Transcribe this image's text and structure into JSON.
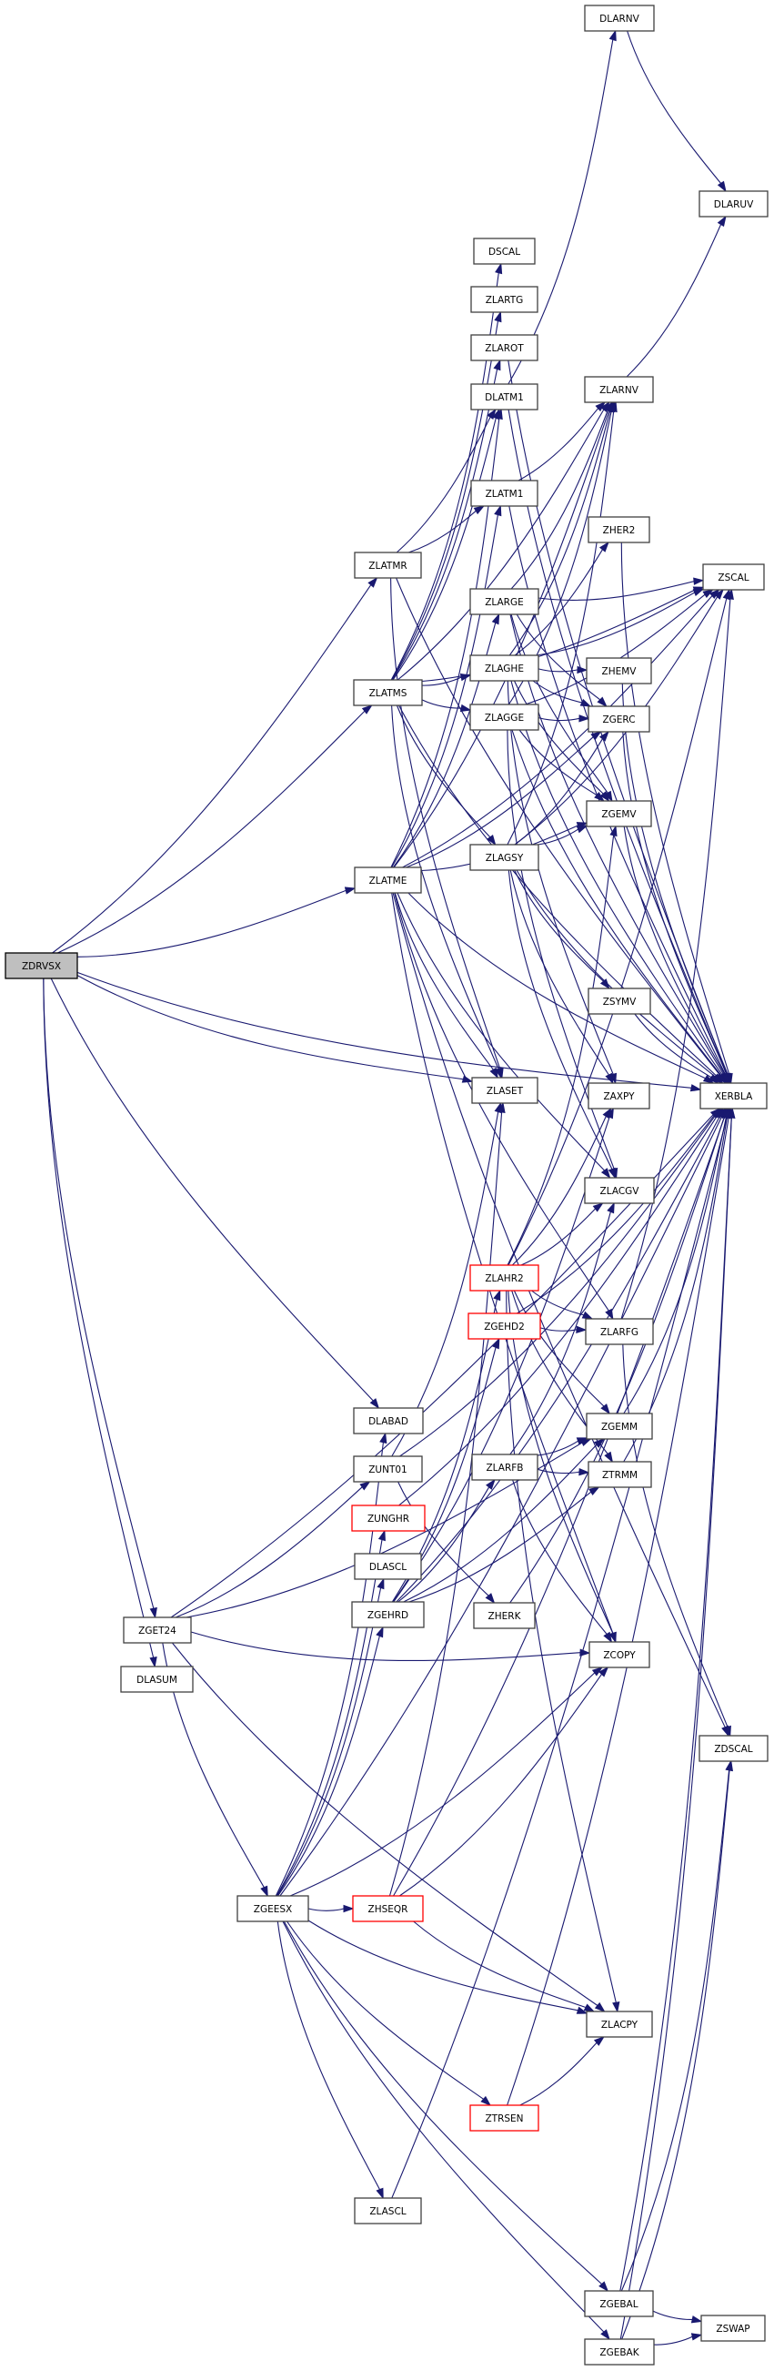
{
  "title": "ZDRVSX call graph",
  "colors": {
    "edge": "#191970",
    "root_fill": "#bfbfbf",
    "truncated_border": "#ff0000",
    "node_border": "#404040"
  },
  "nodes": [
    {
      "id": "ZDRVSX",
      "label": "ZDRVSX",
      "kind": "root"
    },
    {
      "id": "DLARNV",
      "label": "DLARNV"
    },
    {
      "id": "DLARUV",
      "label": "DLARUV"
    },
    {
      "id": "DSCAL",
      "label": "DSCAL"
    },
    {
      "id": "ZLARTG",
      "label": "ZLARTG"
    },
    {
      "id": "ZLAROT",
      "label": "ZLAROT"
    },
    {
      "id": "DLATM1",
      "label": "DLATM1"
    },
    {
      "id": "ZLARNV",
      "label": "ZLARNV"
    },
    {
      "id": "ZLATM1",
      "label": "ZLATM1"
    },
    {
      "id": "ZHER2",
      "label": "ZHER2"
    },
    {
      "id": "ZLATMR",
      "label": "ZLATMR"
    },
    {
      "id": "ZSCAL",
      "label": "ZSCAL"
    },
    {
      "id": "ZLARGE",
      "label": "ZLARGE"
    },
    {
      "id": "ZLAGHE",
      "label": "ZLAGHE"
    },
    {
      "id": "ZHEMV",
      "label": "ZHEMV"
    },
    {
      "id": "ZLATMS",
      "label": "ZLATMS"
    },
    {
      "id": "ZLAGGE",
      "label": "ZLAGGE"
    },
    {
      "id": "ZGERC",
      "label": "ZGERC"
    },
    {
      "id": "ZGEMV",
      "label": "ZGEMV"
    },
    {
      "id": "ZLAGSY",
      "label": "ZLAGSY"
    },
    {
      "id": "ZLATME",
      "label": "ZLATME"
    },
    {
      "id": "ZSYMV",
      "label": "ZSYMV"
    },
    {
      "id": "ZLASET",
      "label": "ZLASET"
    },
    {
      "id": "ZAXPY",
      "label": "ZAXPY"
    },
    {
      "id": "XERBLA",
      "label": "XERBLA"
    },
    {
      "id": "ZLACGV",
      "label": "ZLACGV"
    },
    {
      "id": "ZLAHR2",
      "label": "ZLAHR2",
      "kind": "truncated"
    },
    {
      "id": "ZGEHD2",
      "label": "ZGEHD2",
      "kind": "truncated"
    },
    {
      "id": "ZLARFG",
      "label": "ZLARFG"
    },
    {
      "id": "DLABAD",
      "label": "DLABAD"
    },
    {
      "id": "ZGEMM",
      "label": "ZGEMM"
    },
    {
      "id": "ZUNT01",
      "label": "ZUNT01"
    },
    {
      "id": "ZLARFB",
      "label": "ZLARFB"
    },
    {
      "id": "ZTRMM",
      "label": "ZTRMM"
    },
    {
      "id": "ZUNGHR",
      "label": "ZUNGHR",
      "kind": "truncated"
    },
    {
      "id": "DLASCL",
      "label": "DLASCL"
    },
    {
      "id": "ZHERK",
      "label": "ZHERK"
    },
    {
      "id": "ZGEHRD",
      "label": "ZGEHRD"
    },
    {
      "id": "ZGET24",
      "label": "ZGET24"
    },
    {
      "id": "ZCOPY",
      "label": "ZCOPY"
    },
    {
      "id": "DLASUM",
      "label": "DLASUM"
    },
    {
      "id": "ZDSCAL",
      "label": "ZDSCAL"
    },
    {
      "id": "ZGEESX",
      "label": "ZGEESX"
    },
    {
      "id": "ZHSEQR",
      "label": "ZHSEQR",
      "kind": "truncated"
    },
    {
      "id": "ZLACPY",
      "label": "ZLACPY"
    },
    {
      "id": "ZTRSEN",
      "label": "ZTRSEN",
      "kind": "truncated"
    },
    {
      "id": "ZLASCL",
      "label": "ZLASCL"
    },
    {
      "id": "ZGEBAL",
      "label": "ZGEBAL"
    },
    {
      "id": "ZSWAP",
      "label": "ZSWAP"
    },
    {
      "id": "ZGEBAK",
      "label": "ZGEBAK"
    }
  ],
  "edges": [
    [
      "ZDRVSX",
      "XERBLA"
    ],
    [
      "ZDRVSX",
      "ZLATMR"
    ],
    [
      "ZDRVSX",
      "ZLATMS"
    ],
    [
      "ZDRVSX",
      "ZLATME"
    ],
    [
      "ZDRVSX",
      "ZLASET"
    ],
    [
      "ZDRVSX",
      "DLABAD"
    ],
    [
      "ZDRVSX",
      "ZGET24"
    ],
    [
      "ZDRVSX",
      "DLASUM"
    ],
    [
      "DLARNV",
      "DLARUV"
    ],
    [
      "ZLATMR",
      "ZLATM1"
    ],
    [
      "ZLATMR",
      "XERBLA"
    ],
    [
      "ZLATMR",
      "ZLASET"
    ],
    [
      "ZLATMR",
      "DLATM1"
    ],
    [
      "ZLATMS",
      "DLATM1"
    ],
    [
      "ZLATMS",
      "ZLARNV"
    ],
    [
      "ZLATMS",
      "ZLAROT"
    ],
    [
      "ZLATMS",
      "ZLARTG"
    ],
    [
      "ZLATMS",
      "DSCAL"
    ],
    [
      "ZLATMS",
      "ZLAGHE"
    ],
    [
      "ZLATMS",
      "ZLAGGE"
    ],
    [
      "ZLATMS",
      "ZLAGSY"
    ],
    [
      "ZLATMS",
      "ZLASET"
    ],
    [
      "ZLATMS",
      "XERBLA"
    ],
    [
      "ZLATMS",
      "ZSCAL"
    ],
    [
      "ZLATME",
      "DLATM1"
    ],
    [
      "ZLATME",
      "ZLATM1"
    ],
    [
      "ZLATME",
      "ZLARNV"
    ],
    [
      "ZLATME",
      "ZLARGE"
    ],
    [
      "ZLATME",
      "ZLASET"
    ],
    [
      "ZLATME",
      "ZGEMV"
    ],
    [
      "ZLATME",
      "ZGERC"
    ],
    [
      "ZLATME",
      "ZLARFG"
    ],
    [
      "ZLATME",
      "ZCOPY"
    ],
    [
      "ZLATME",
      "ZDSCAL"
    ],
    [
      "ZLATME",
      "ZSCAL"
    ],
    [
      "ZLATME",
      "XERBLA"
    ],
    [
      "ZLATME",
      "ZLACGV"
    ],
    [
      "ZLAROT",
      "XERBLA"
    ],
    [
      "DLATM1",
      "DLARNV"
    ],
    [
      "DLATM1",
      "XERBLA"
    ],
    [
      "ZLATM1",
      "ZLARNV"
    ],
    [
      "ZLATM1",
      "XERBLA"
    ],
    [
      "ZLARNV",
      "DLARUV"
    ],
    [
      "ZLARGE",
      "ZLARNV"
    ],
    [
      "ZLARGE",
      "ZGEMV"
    ],
    [
      "ZLARGE",
      "ZGERC"
    ],
    [
      "ZLARGE",
      "ZSCAL"
    ],
    [
      "ZLARGE",
      "XERBLA"
    ],
    [
      "ZLAGHE",
      "ZLARNV"
    ],
    [
      "ZLAGHE",
      "ZHEMV"
    ],
    [
      "ZLAGHE",
      "ZHER2"
    ],
    [
      "ZLAGHE",
      "ZGERC"
    ],
    [
      "ZLAGHE",
      "ZGEMV"
    ],
    [
      "ZLAGHE",
      "ZAXPY"
    ],
    [
      "ZLAGHE",
      "ZSCAL"
    ],
    [
      "ZLAGHE",
      "XERBLA"
    ],
    [
      "ZLAGGE",
      "ZLARNV"
    ],
    [
      "ZLAGGE",
      "ZGERC"
    ],
    [
      "ZLAGGE",
      "ZGEMV"
    ],
    [
      "ZLAGGE",
      "ZSCAL"
    ],
    [
      "ZLAGGE",
      "XERBLA"
    ],
    [
      "ZLAGGE",
      "ZLACGV"
    ],
    [
      "ZLAGSY",
      "ZLARNV"
    ],
    [
      "ZLAGSY",
      "ZSYMV"
    ],
    [
      "ZLAGSY",
      "ZGERC"
    ],
    [
      "ZLAGSY",
      "ZGEMV"
    ],
    [
      "ZLAGSY",
      "ZAXPY"
    ],
    [
      "ZLAGSY",
      "ZSCAL"
    ],
    [
      "ZLAGSY",
      "ZLACGV"
    ],
    [
      "ZLAGSY",
      "XERBLA"
    ],
    [
      "ZHER2",
      "XERBLA"
    ],
    [
      "ZHEMV",
      "XERBLA"
    ],
    [
      "ZGERC",
      "XERBLA"
    ],
    [
      "ZGEMV",
      "XERBLA"
    ],
    [
      "ZSYMV",
      "XERBLA"
    ],
    [
      "ZLAHR2",
      "ZGEMV"
    ],
    [
      "ZLAHR2",
      "ZLARFG"
    ],
    [
      "ZLAHR2",
      "ZGEMM"
    ],
    [
      "ZLAHR2",
      "ZTRMM"
    ],
    [
      "ZLAHR2",
      "ZCOPY"
    ],
    [
      "ZLAHR2",
      "ZLACPY"
    ],
    [
      "ZLAHR2",
      "ZAXPY"
    ],
    [
      "ZLAHR2",
      "ZLACGV"
    ],
    [
      "ZLAHR2",
      "ZSCAL"
    ],
    [
      "ZGEHD2",
      "ZLARFG"
    ],
    [
      "ZGEHD2",
      "XERBLA"
    ],
    [
      "ZLARFG",
      "ZDSCAL"
    ],
    [
      "ZLARFG",
      "ZSCAL"
    ],
    [
      "ZGEMM",
      "XERBLA"
    ],
    [
      "ZTRMM",
      "XERBLA"
    ],
    [
      "ZHERK",
      "XERBLA"
    ],
    [
      "ZLARFB",
      "ZGEMM"
    ],
    [
      "ZLARFB",
      "ZTRMM"
    ],
    [
      "ZLARFB",
      "ZCOPY"
    ],
    [
      "ZLARFB",
      "ZLACGV"
    ],
    [
      "ZUNT01",
      "ZLASET"
    ],
    [
      "ZUNT01",
      "ZHERK"
    ],
    [
      "ZUNT01",
      "XERBLA"
    ],
    [
      "ZUNGHR",
      "XERBLA"
    ],
    [
      "ZGEHRD",
      "ZLAHR2"
    ],
    [
      "ZGEHRD",
      "ZGEHD2"
    ],
    [
      "ZGEHRD",
      "ZLARFB"
    ],
    [
      "ZGEHRD",
      "ZGEMM"
    ],
    [
      "ZGEHRD",
      "ZTRMM"
    ],
    [
      "ZGEHRD",
      "ZAXPY"
    ],
    [
      "ZGEHRD",
      "XERBLA"
    ],
    [
      "ZGET24",
      "ZGEESX"
    ],
    [
      "ZGET24",
      "ZUNT01"
    ],
    [
      "ZGET24",
      "ZGEMM"
    ],
    [
      "ZGET24",
      "ZCOPY"
    ],
    [
      "ZGET24",
      "ZLACPY"
    ],
    [
      "ZGET24",
      "XERBLA"
    ],
    [
      "ZGEESX",
      "ZHSEQR"
    ],
    [
      "ZGEESX",
      "ZGEHRD"
    ],
    [
      "ZGEESX",
      "DLASCL"
    ],
    [
      "ZGEESX",
      "ZUNGHR"
    ],
    [
      "ZGEESX",
      "DLABAD"
    ],
    [
      "ZGEESX",
      "ZCOPY"
    ],
    [
      "ZGEESX",
      "ZLACPY"
    ],
    [
      "ZGEESX",
      "ZTRSEN"
    ],
    [
      "ZGEESX",
      "ZLASCL"
    ],
    [
      "ZGEESX",
      "ZGEBAL"
    ],
    [
      "ZGEESX",
      "ZGEBAK"
    ],
    [
      "ZGEESX",
      "XERBLA"
    ],
    [
      "ZHSEQR",
      "ZCOPY"
    ],
    [
      "ZHSEQR",
      "ZLACPY"
    ],
    [
      "ZHSEQR",
      "ZLASET"
    ],
    [
      "ZHSEQR",
      "XERBLA"
    ],
    [
      "ZTRSEN",
      "ZLACPY"
    ],
    [
      "ZTRSEN",
      "XERBLA"
    ],
    [
      "ZLASCL",
      "XERBLA"
    ],
    [
      "ZGEBAL",
      "ZSWAP"
    ],
    [
      "ZGEBAL",
      "ZDSCAL"
    ],
    [
      "ZGEBAL",
      "XERBLA"
    ],
    [
      "ZGEBAK",
      "ZSWAP"
    ],
    [
      "ZGEBAK",
      "ZDSCAL"
    ],
    [
      "ZGEBAK",
      "XERBLA"
    ]
  ]
}
